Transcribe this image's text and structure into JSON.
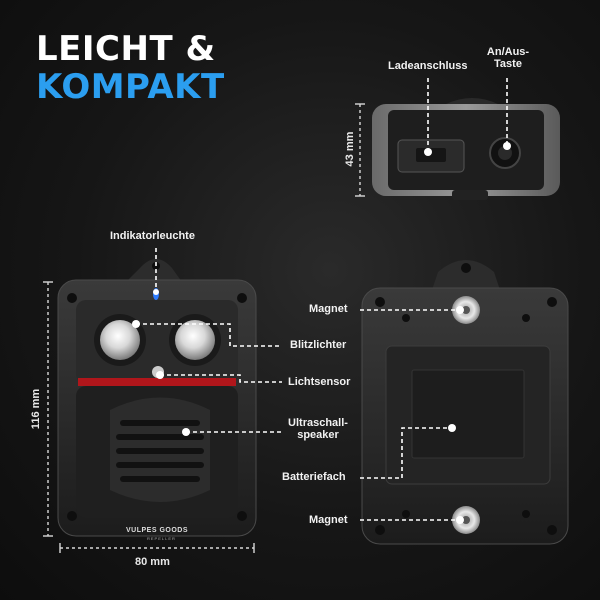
{
  "headline": {
    "line1": "LEICHT &",
    "line2": "KOMPAKT"
  },
  "colors": {
    "accent": "#2b9ef0",
    "indicator": "#2f7dff",
    "red_strip": "#b0161b"
  },
  "labels": {
    "charging_port": "Ladeanschluss",
    "power_button_line1": "An/Aus-",
    "power_button_line2": "Taste",
    "indicator_light": "Indikatorleuchte",
    "magnet_top": "Magnet",
    "flash_lights": "Blitzlichter",
    "light_sensor": "Lichtsensor",
    "ultrasonic_line1": "Ultraschall-",
    "ultrasonic_line2": "speaker",
    "battery_compartment": "Batteriefach",
    "magnet_bottom": "Magnet"
  },
  "dimensions": {
    "height_top": "43 mm",
    "height_front": "116 mm",
    "width_front": "80 mm"
  },
  "product": {
    "brand": "VULPES GOODS",
    "subtitle": "REPELLER"
  }
}
